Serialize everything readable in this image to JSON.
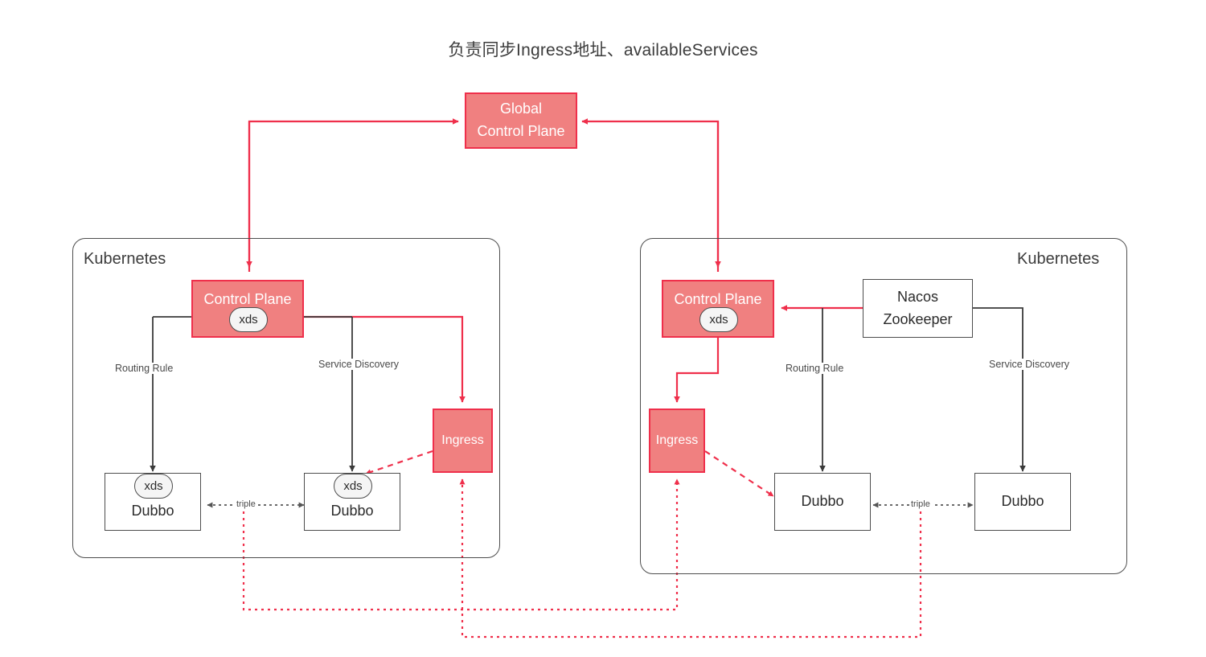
{
  "diagram": {
    "title": "负责同步Ingress地址、availableServices",
    "colors": {
      "accent_fill": "#f08080",
      "accent_stroke": "#ef2f4b",
      "neutral_stroke": "#4d4d4d",
      "text": "#3c3c3c",
      "background": "#ffffff"
    }
  },
  "global": {
    "control_plane": {
      "line1": "Global",
      "line2": "Control Plane"
    }
  },
  "left_cluster": {
    "label": "Kubernetes",
    "control_plane": {
      "label": "Control Plane",
      "badge": "xds"
    },
    "ingress": {
      "label": "Ingress"
    },
    "dubbo_a": {
      "label": "Dubbo",
      "badge": "xds"
    },
    "dubbo_b": {
      "label": "Dubbo",
      "badge": "xds"
    },
    "edges": {
      "routing_rule": "Routing Rule",
      "service_discovery": "Service Discovery",
      "triple": "triple"
    }
  },
  "right_cluster": {
    "label": "Kubernetes",
    "control_plane": {
      "label": "Control Plane",
      "badge": "xds"
    },
    "registry": {
      "line1": "Nacos",
      "line2": "Zookeeper"
    },
    "ingress": {
      "label": "Ingress"
    },
    "dubbo_a": {
      "label": "Dubbo"
    },
    "dubbo_b": {
      "label": "Dubbo"
    },
    "edges": {
      "routing_rule": "Routing Rule",
      "service_discovery": "Service Discovery",
      "triple": "triple"
    }
  }
}
